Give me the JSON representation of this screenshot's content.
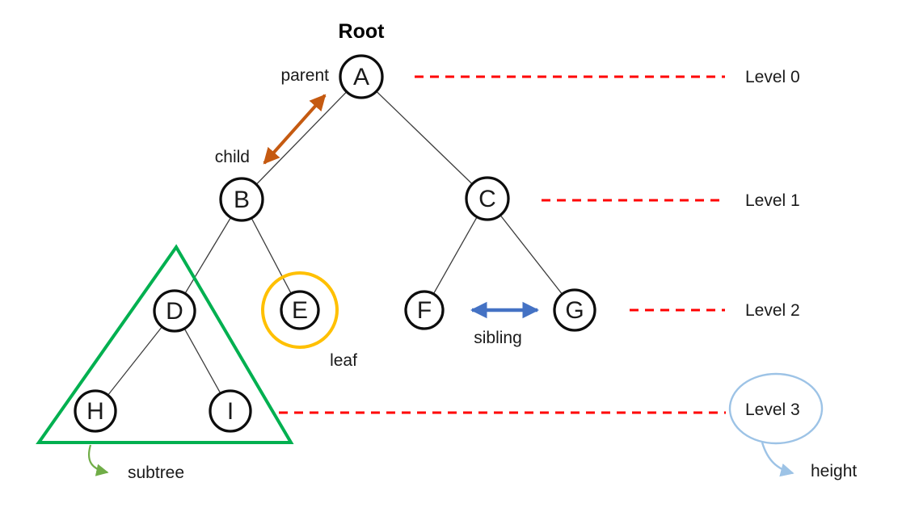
{
  "diagram": {
    "title": "Root",
    "type": "binary-tree-terminology",
    "nodes": [
      {
        "label": "A",
        "level": 0
      },
      {
        "label": "B",
        "level": 1
      },
      {
        "label": "C",
        "level": 1
      },
      {
        "label": "D",
        "level": 2
      },
      {
        "label": "E",
        "level": 2
      },
      {
        "label": "F",
        "level": 2
      },
      {
        "label": "G",
        "level": 2
      },
      {
        "label": "H",
        "level": 3
      },
      {
        "label": "I",
        "level": 3
      }
    ],
    "edges": [
      [
        "A",
        "B"
      ],
      [
        "A",
        "C"
      ],
      [
        "B",
        "D"
      ],
      [
        "B",
        "E"
      ],
      [
        "C",
        "F"
      ],
      [
        "C",
        "G"
      ],
      [
        "D",
        "H"
      ],
      [
        "D",
        "I"
      ]
    ],
    "levels": [
      {
        "label": "Level 0"
      },
      {
        "label": "Level 1"
      },
      {
        "label": "Level 2"
      },
      {
        "label": "Level 3"
      }
    ],
    "annotations": {
      "parent": "parent",
      "child": "child",
      "leaf": "leaf",
      "sibling": "sibling",
      "subtree": "subtree",
      "height": "height"
    },
    "colors": {
      "level_line": "#ff0000",
      "parent_child_arrow": "#c55a11",
      "sibling_arrow": "#4472c4",
      "leaf_circle": "#ffc000",
      "subtree_triangle": "#00b050",
      "subtree_arrow": "#70ad47",
      "height_bubble": "#9dc3e6",
      "node_stroke": "#000000",
      "tree_edge": "#3d3d3d"
    }
  }
}
